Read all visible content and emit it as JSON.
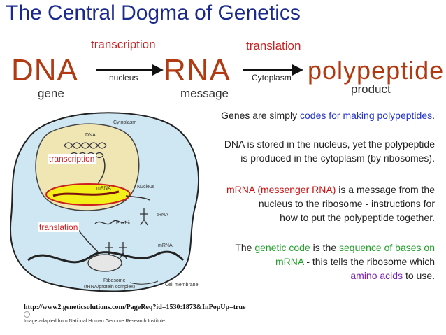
{
  "title": "The Central Dogma of Genetics",
  "flow": {
    "dna": "DNA",
    "rna": "RNA",
    "product": "polypeptide",
    "transcription": "transcription",
    "translation": "translation",
    "nucleus_label": "nucleus",
    "cytoplasm_label": "Cytoplasm",
    "gene": "gene",
    "message": "message",
    "product_label": "product"
  },
  "statements": {
    "s1_plain": "Genes are simply ",
    "s1_blue": "codes for making polypeptides",
    "s1_end": ".",
    "s2_line1": "DNA is stored in the nucleus, yet the polypeptide",
    "s2_line2": "is produced in the cytoplasm (by ribosomes).",
    "s3_red": "mRNA (messenger RNA)",
    "s3_line1_rest": " is a message from the",
    "s3_line2": "nucleus to the ribosome - instructions for",
    "s3_line3": "how to put the polypeptide together.",
    "s4_plain1": "The ",
    "s4_green1": "genetic code",
    "s4_plain2": " is the ",
    "s4_green2": "sequence of bases on",
    "s4_green3": "mRNA",
    "s4_plain3": " - this tells the ribosome which",
    "s4_purple": "amino acids",
    "s4_end": " to use."
  },
  "diagram": {
    "cytoplasm": "Cytoplasm",
    "dna": "DNA",
    "transcription": "transcription",
    "mrna_inner": "mRNA",
    "nucleus": "Nucleus",
    "trna": "tRNA",
    "protein": "Protein",
    "translation": "translation",
    "mrna_outer": "mRNA",
    "ribosome_line1": "Ribosome",
    "ribosome_line2": "(rRNA/protein complex)",
    "cell_membrane": "Cell membrane"
  },
  "footer": {
    "url": "http://www2.geneticsolutions.com/PageReq?id=1530:1873&InPopUp=true",
    "credit": "Image adapted from  National Human Genome Research Institute"
  },
  "colors": {
    "title": "#1a2a8c",
    "flow_words": "#b23a12",
    "process": "#cc1f1f",
    "cell_fill": "#cfe6f3",
    "nucleus_fill": "#efe6b4",
    "highlight": "#f3ef1a"
  }
}
